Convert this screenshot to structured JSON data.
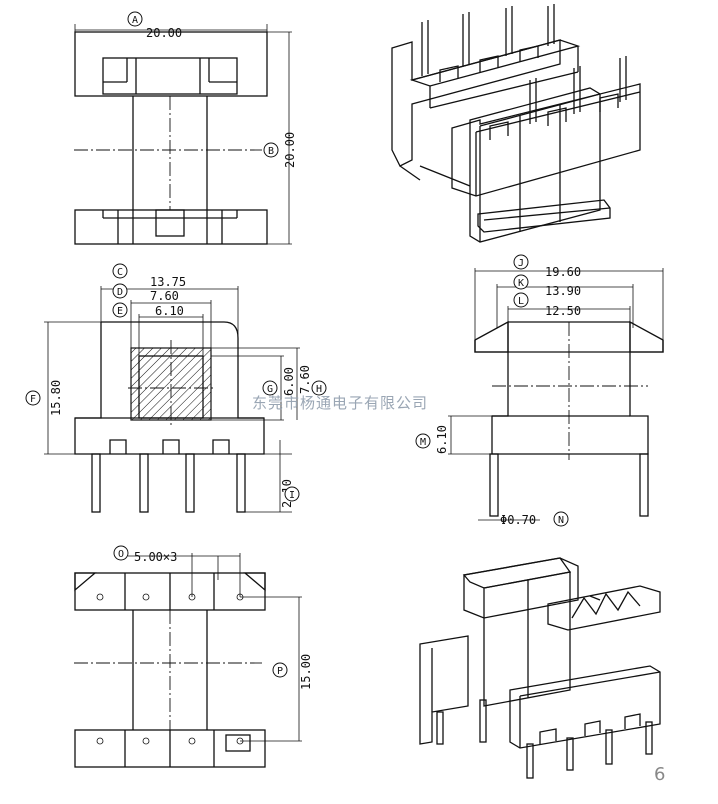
{
  "labels": {
    "A": "A",
    "B": "B",
    "C": "C",
    "D": "D",
    "E": "E",
    "F": "F",
    "G": "G",
    "H": "H",
    "I": "I",
    "J": "J",
    "K": "K",
    "L": "L",
    "M": "M",
    "N": "N",
    "O": "O",
    "P": "P"
  },
  "dimensions": {
    "A": "20.00",
    "B": "20.00",
    "C": "13.75",
    "D": "7.60",
    "E": "6.10",
    "F": "15.80",
    "G": "6.00",
    "H": "7.60",
    "I": "2.10",
    "J": "19.60",
    "K": "13.90",
    "L": "12.50",
    "M": "6.10",
    "N": "Φ0.70",
    "O": "5.00×3",
    "P": "15.00"
  },
  "watermark": "东莞市杨通电子有限公司",
  "page_number": "6"
}
